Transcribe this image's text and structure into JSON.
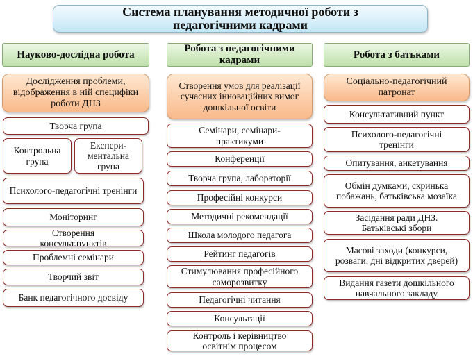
{
  "title": "Система планування методичної роботи з педагогічними кадрами",
  "columns": [
    {
      "heading": "Науково-дослідна робота",
      "subheading": "Дослідження проблеми, відображення в ній специфіки роботи ДНЗ",
      "items": [
        "Творча група",
        "Контрольна група",
        "Експери-ментальна група",
        "Психолого-педагогічні тренінги",
        "Моніторинг",
        "Створення консульт.пунктів",
        "Проблемні семінари",
        "Творчий звіт",
        "Банк педагогічного досвіду"
      ]
    },
    {
      "heading": "Робота з педагогічними кадрами",
      "subheading": "Створення умов для реалізації сучасних інноваційних вимог дошкільної освіти",
      "items": [
        "Семінари, семінари-практикуми",
        "Конференції",
        "Творча група, лабораторії",
        "Професійні конкурси",
        "Методичні рекомендації",
        "Школа молодого педагога",
        "Рейтинг педагогів",
        "Стимулювання професійного саморозвитку",
        "Педагогічні читання",
        "Консультації",
        "Контроль і керівництво освітнім процесом"
      ]
    },
    {
      "heading": "Робота з батьками",
      "subheading": "Соціально-педагогічний патронат",
      "items": [
        "Консультативний пункт",
        "Психолого-педагогічні тренінги",
        "Опитування, анкетування",
        "Обмін думками, скринька побажань, батьківська мозаїка",
        "Засідання ради ДНЗ. Батьківські збори",
        "Масові заходи (конкурси, розваги, дні відкритих дверей)",
        "Видання газети дошкільного навчального закладу"
      ]
    }
  ]
}
